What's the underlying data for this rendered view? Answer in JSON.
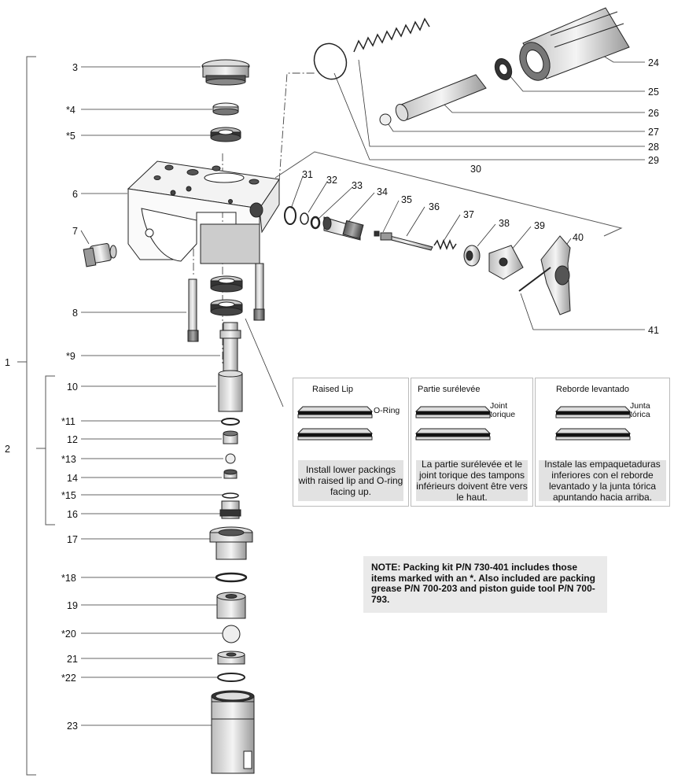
{
  "labels": {
    "l1": "1",
    "l2": "2",
    "l3": "3",
    "l4": "*4",
    "l5": "*5",
    "l6": "6",
    "l7": "7",
    "l8": "8",
    "l9": "*9",
    "l10": "10",
    "l11": "*11",
    "l12": "12",
    "l13": "*13",
    "l14": "14",
    "l15": "*15",
    "l16": "16",
    "l17": "17",
    "l18": "*18",
    "l19": "19",
    "l20": "*20",
    "l21": "21",
    "l22": "*22",
    "l23": "23",
    "l24": "24",
    "l25": "25",
    "l26": "26",
    "l27": "27",
    "l28": "28",
    "l29": "29",
    "l30": "30",
    "l31": "31",
    "l32": "32",
    "l33": "33",
    "l34": "34",
    "l35": "35",
    "l36": "36",
    "l37": "37",
    "l38": "38",
    "l39": "39",
    "l40": "40",
    "l41": "41"
  },
  "inset": {
    "english": {
      "title": "Raised Lip",
      "side": "O-Ring",
      "caption": "Install lower packings with raised lip and O-ring facing up."
    },
    "french": {
      "title": "Partie surélevée",
      "side": "Joint torique",
      "caption": "La partie surélevée et le joint torique des tampons inférieurs doivent être vers le haut."
    },
    "spanish": {
      "title": "Reborde levantado",
      "side": "Junta tórica",
      "caption": "Instale las empaquetaduras inferiores con el reborde levantado y la junta tórica apuntando hacia arriba."
    }
  },
  "note": "NOTE: Packing kit P/N 730-401 includes those items marked with an *.  Also included are packing grease P/N 700-203 and piston guide tool P/N 700-793."
}
